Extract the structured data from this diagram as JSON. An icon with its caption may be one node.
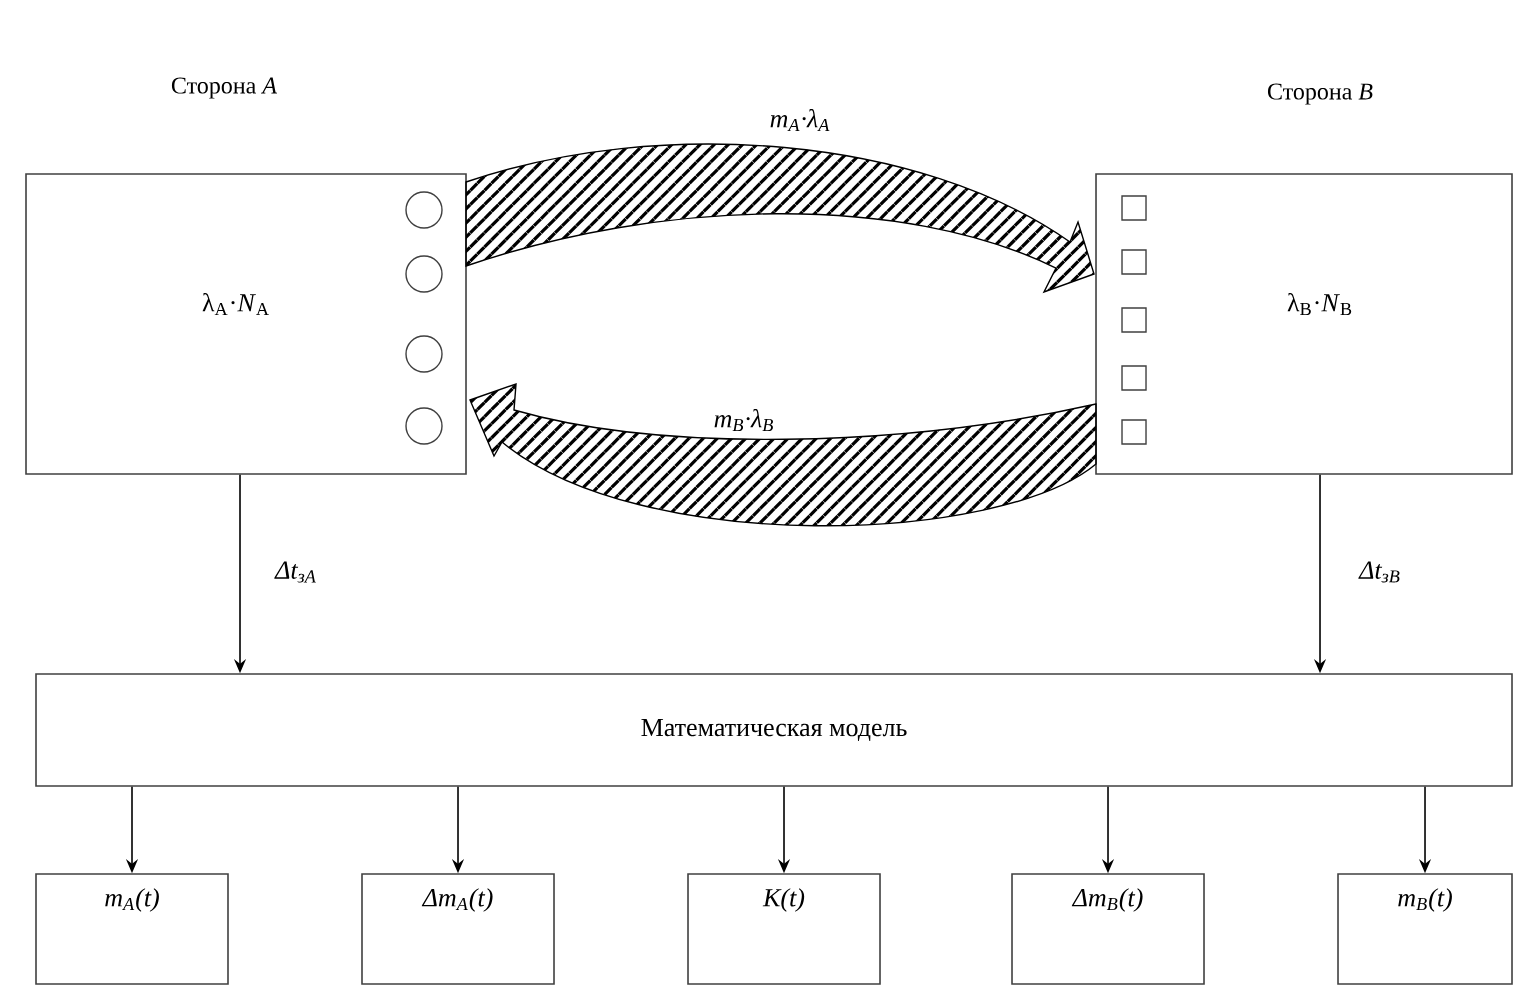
{
  "diagram": {
    "nodes": [
      {
        "text": [
          "Сторона *A*",
          "λ$_{A}$·*N*$_{A}$"
        ]
      },
      {
        "text": [
          "Сторона *B*",
          "λ$_{B}$·*N*$_{B}$"
        ]
      },
      {
        "text": [
          "Математическая модель"
        ]
      },
      {
        "text": [
          "m$_{A}$(t)"
        ]
      },
      {
        "text": [
          "Δm$_{A}$(t)"
        ]
      },
      {
        "text": [
          "K(t)"
        ]
      },
      {
        "text": [
          "Δm$_{B}$(t)"
        ]
      },
      {
        "text": [
          "m$_{B}$(t)"
        ]
      }
    ],
    "edges": [
      {
        "from": 0,
        "to": 1,
        "arrow": "to",
        "style": "thick",
        "label": "m$_{A}$·λ$_{A}$"
      },
      {
        "from": 1,
        "to": 0,
        "arrow": "to",
        "style": "thick",
        "label": "m$_{B}$·λ$_{B}$"
      },
      {
        "from": 0,
        "to": 2,
        "arrow": "to",
        "label": "Δt$_{зA}$"
      },
      {
        "from": 1,
        "to": 2,
        "arrow": "to",
        "label": "Δt$_{зB}$"
      },
      {
        "from": 2,
        "to": 3,
        "arrow": "to"
      },
      {
        "from": 2,
        "to": 4,
        "arrow": "to"
      },
      {
        "from": 2,
        "to": 5,
        "arrow": "to"
      },
      {
        "from": 2,
        "to": 6,
        "arrow": "to"
      },
      {
        "from": 2,
        "to": 7,
        "arrow": "to"
      }
    ]
  }
}
